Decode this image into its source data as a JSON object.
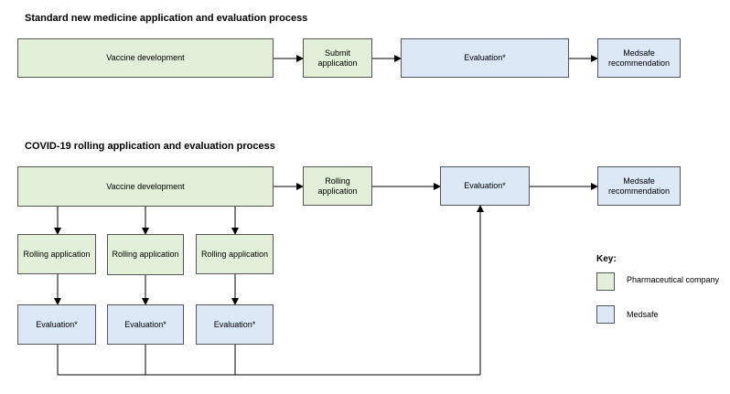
{
  "standard": {
    "title": "Standard new medicine application and evaluation process",
    "vaccine_development": "Vaccine development",
    "submit_application": "Submit application",
    "evaluation": "Evaluation*",
    "medsafe_recommendation": "Medsafe recommendation"
  },
  "covid": {
    "title": "COVID-19 rolling application and evaluation process",
    "vaccine_development": "Vaccine development",
    "rolling_application": "Rolling application",
    "evaluation": "Evaluation*",
    "medsafe_recommendation": "Medsafe recommendation",
    "branches": [
      {
        "rolling_application": "Rolling application",
        "evaluation": "Evaluation*"
      },
      {
        "rolling_application": "Rolling application",
        "evaluation": "Evaluation*"
      },
      {
        "rolling_application": "Rolling application",
        "evaluation": "Evaluation*"
      }
    ]
  },
  "key": {
    "title": "Key:",
    "items": [
      {
        "label": "Pharmaceutical company",
        "color": "#e2efd9"
      },
      {
        "label": "Medsafe",
        "color": "#dce8f5"
      }
    ]
  },
  "colors": {
    "company_fill": "#e2efd9",
    "medsafe_fill": "#dce8f5",
    "border": "#555555",
    "line": "#000000"
  }
}
